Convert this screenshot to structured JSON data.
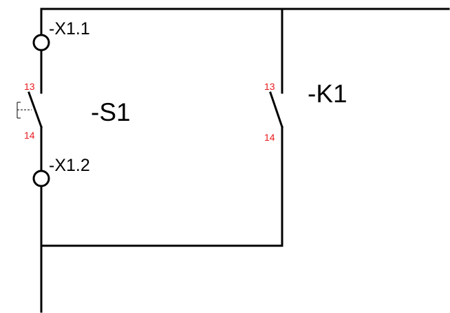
{
  "colors": {
    "wire": "#000000",
    "pin_label": "#e8191c",
    "background": "#ffffff"
  },
  "terminals": {
    "x1_1": "-X1.1",
    "x1_2": "-X1.2"
  },
  "devices": {
    "s1": {
      "name": "-S1",
      "pin_top": "13",
      "pin_bottom": "14",
      "actuator": "pushbutton-icon"
    },
    "k1": {
      "name": "-K1",
      "pin_top": "13",
      "pin_bottom": "14"
    }
  }
}
